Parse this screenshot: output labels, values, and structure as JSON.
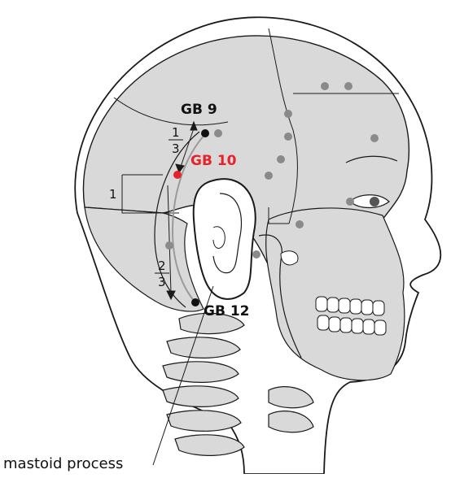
{
  "labels": {
    "gb9": "GB 9",
    "gb10": "GB 10",
    "gb12": "GB 12",
    "mastoid": "mastoid process"
  },
  "fractions": {
    "upper_numerator": "1",
    "upper_denominator": "3",
    "lower_numerator": "2",
    "lower_denominator": "3"
  },
  "measure_label": "1",
  "colors": {
    "skull_fill": "#d9d9d9",
    "outline": "#1a1a1a",
    "highlight_point": "#e8222a",
    "gray_point": "#8a8a8a",
    "black_point": "#111111",
    "gb10_text": "#e8222a"
  }
}
